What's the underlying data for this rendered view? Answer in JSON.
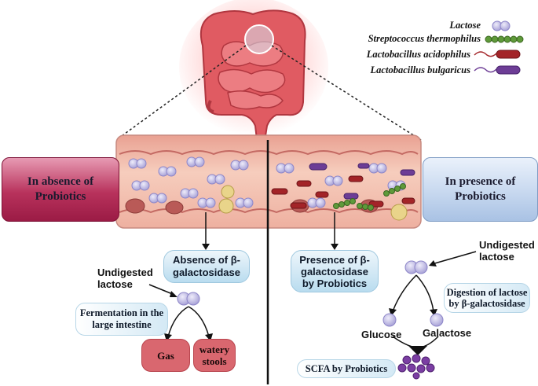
{
  "legend": {
    "lactose": "Lactose",
    "streptococcus": "Streptococcus thermophilus",
    "acidophilus": "Lactobacillus acidophilus",
    "bulgaricus": "Lactobacillus bulgaricus"
  },
  "left_box": "In absence of Probiotics",
  "right_box": "In presence of Probiotics",
  "left_flow": {
    "absence_enzyme": "Absence of β-galactosidase",
    "undigested": "Undigested lactose",
    "fermentation": "Fermentation in the large intestine",
    "gas": "Gas",
    "stools": "watery stools"
  },
  "center_flow": {
    "presence_enzyme": "Presence of β-galactosidase by Probiotics"
  },
  "right_flow": {
    "undigested": "Undigested lactose",
    "digestion": "Digestion of lactose by β-galactosidase",
    "glucose": "Glucose",
    "galactose": "Galactose",
    "scfa": "SCFA by Probiotics"
  },
  "colors": {
    "lactose": "#c9c5ea",
    "streptococcus": "#5f9a3a",
    "acidophilus": "#a32428",
    "bulgaricus": "#6d3d96",
    "intestine": "#e05b62",
    "tissue": "#f1b7a8",
    "scfa": "#7b3ea3"
  }
}
